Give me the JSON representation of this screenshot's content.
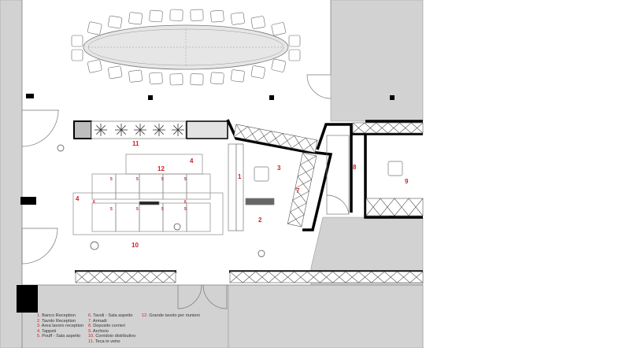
{
  "plan_labels": {
    "l1": "1",
    "l2": "2",
    "l3": "3",
    "l4a": "4",
    "l4b": "4",
    "l7": "7",
    "l8": "8",
    "l9": "9",
    "l10": "10",
    "l11": "11",
    "l12": "12",
    "pouf": "5",
    "tav": "6"
  },
  "legend": {
    "col1": [
      {
        "num": "1.",
        "text": "Banco Reception"
      },
      {
        "num": "2.",
        "text": "Tavolo Reception"
      },
      {
        "num": "3.",
        "text": "Area lavoro reception"
      },
      {
        "num": "4.",
        "text": "Tappeti"
      },
      {
        "num": "5.",
        "text": "Pouff - Sala aspetto"
      }
    ],
    "col2": [
      {
        "num": "6.",
        "text": "Tavoli - Sala aspetto"
      },
      {
        "num": "7.",
        "text": "Armadi"
      },
      {
        "num": "8.",
        "text": "Deposito corrieri"
      },
      {
        "num": "9.",
        "text": "Archivio"
      },
      {
        "num": "10.",
        "text": "Corridoio distributivo"
      },
      {
        "num": "11.",
        "text": "Teca in vetro"
      }
    ],
    "col3": [
      {
        "num": "12.",
        "text": "Grande tavolo per riunioni"
      }
    ]
  },
  "colors": {
    "wall_fill": "#d0d0d0",
    "wall_stroke": "#000000",
    "label": "#d0202a",
    "line": "#777777"
  }
}
